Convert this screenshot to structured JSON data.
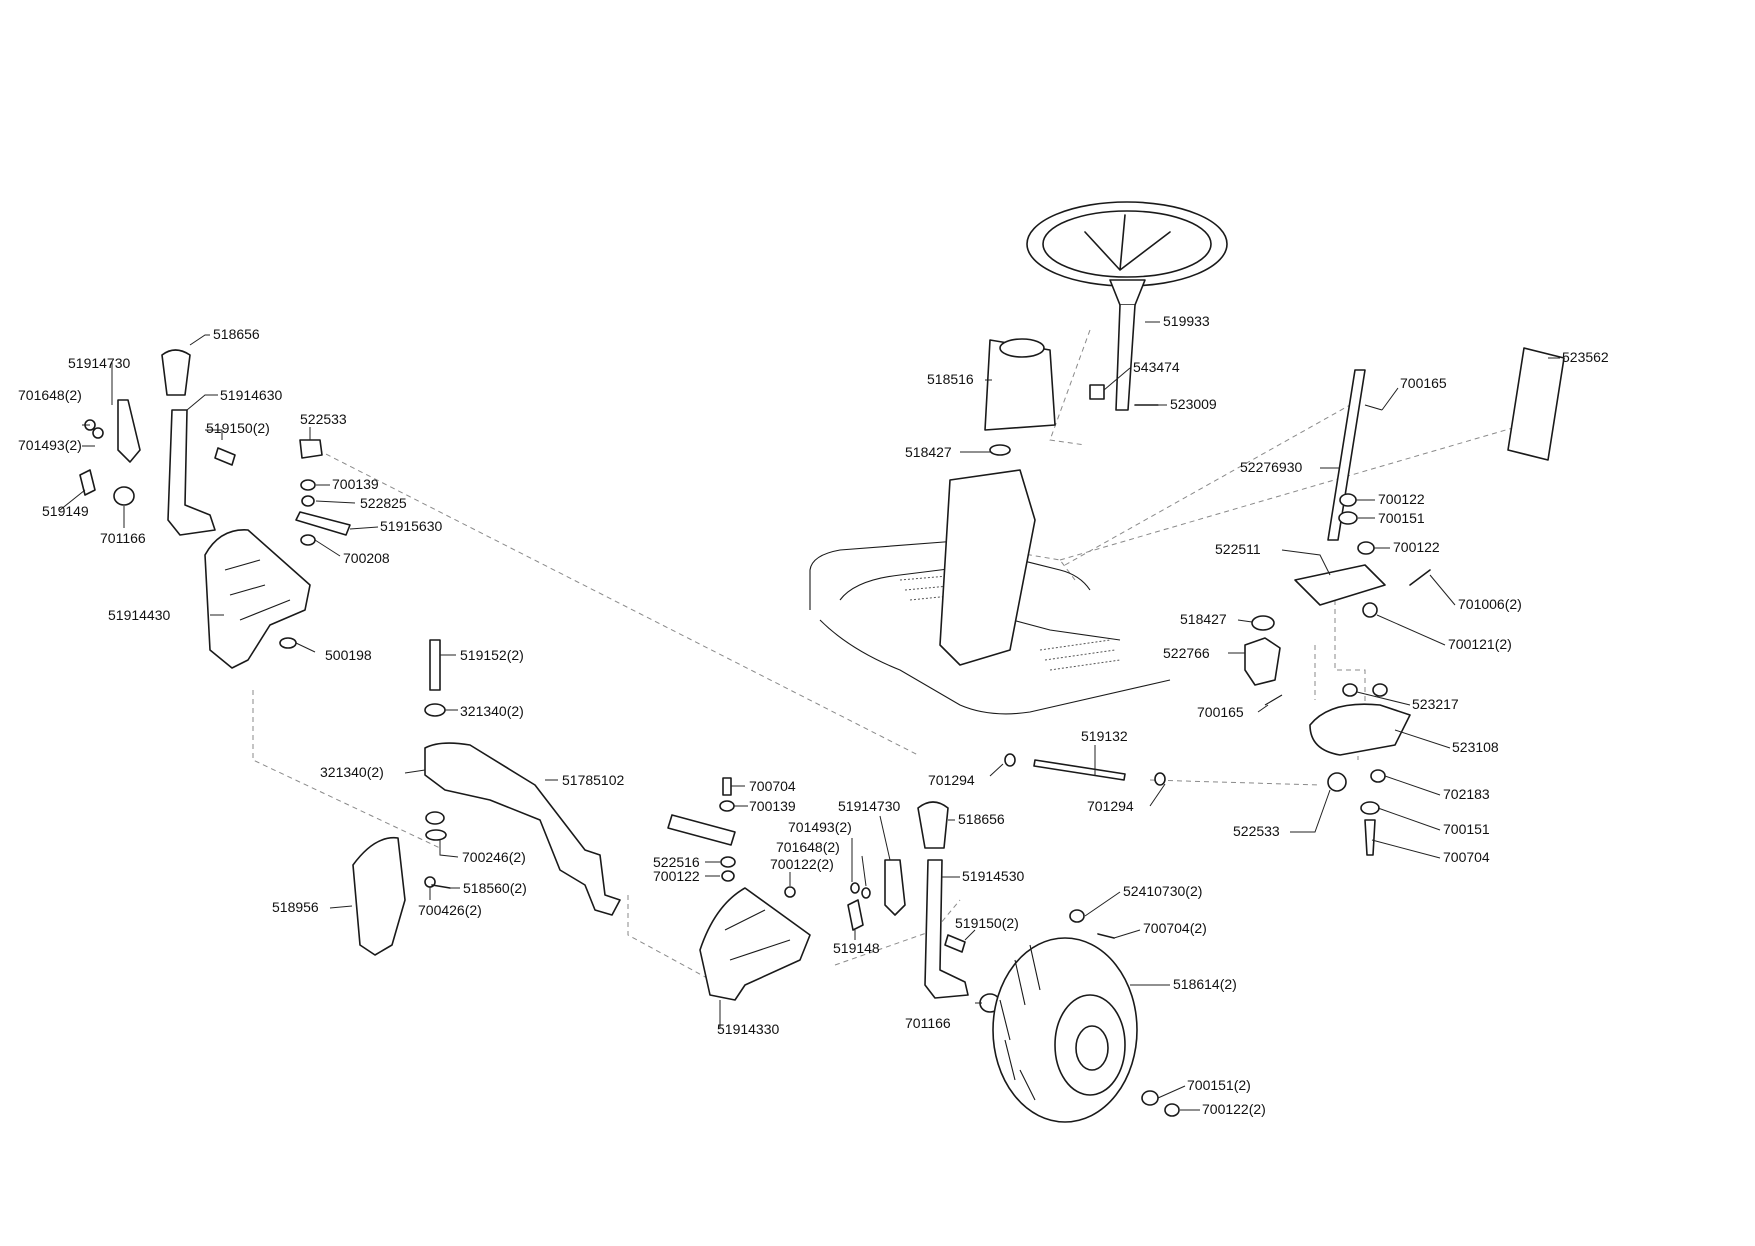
{
  "labels": {
    "l518656a": "518656",
    "l51914730a": "51914730",
    "l51914630": "51914630",
    "l701648a": "701648(2)",
    "l519150a": "519150(2)",
    "l701493a": "701493(2)",
    "l519149": "519149",
    "l701166a": "701166",
    "l522533a": "522533",
    "l700139a": "700139",
    "l522825": "522825",
    "l51915630": "51915630",
    "l700208": "700208",
    "l51914430": "51914430",
    "l500198": "500198",
    "l519152": "519152(2)",
    "l321340a": "321340(2)",
    "l321340b": "321340(2)",
    "l51785102": "51785102",
    "l700246": "700246(2)",
    "l518560": "518560(2)",
    "l700426": "700426(2)",
    "l518956": "518956",
    "l700704a": "700704",
    "l700139b": "700139",
    "l522516": "522516",
    "l700122a": "700122",
    "l700122b": "700122(2)",
    "l51914330": "51914330",
    "l51914730b": "51914730",
    "l701493b": "701493(2)",
    "l701648b": "701648(2)",
    "l519148": "519148",
    "l518656b": "518656",
    "l51914530": "51914530",
    "l519150b": "519150(2)",
    "l701166b": "701166",
    "l52410730": "52410730(2)",
    "l700704b": "700704(2)",
    "l518614": "518614(2)",
    "l700151a": "700151(2)",
    "l700122c": "700122(2)",
    "l519132": "519132",
    "l701294a": "701294",
    "l701294b": "701294",
    "l522533b": "522533",
    "l519933": "519933",
    "l543474": "543474",
    "l523009": "523009",
    "l518516": "518516",
    "l518427a": "518427",
    "l523562": "523562",
    "l700165a": "700165",
    "l52276930": "52276930",
    "l700122d": "700122",
    "l700151b": "700151",
    "l700122e": "700122",
    "l522511": "522511",
    "l701006": "701006(2)",
    "l518427b": "518427",
    "l700121": "700121(2)",
    "l522766": "522766",
    "l700165b": "700165",
    "l523217": "523217",
    "l523108": "523108",
    "l702183": "702183",
    "l700151c": "700151",
    "l700704c": "700704"
  }
}
